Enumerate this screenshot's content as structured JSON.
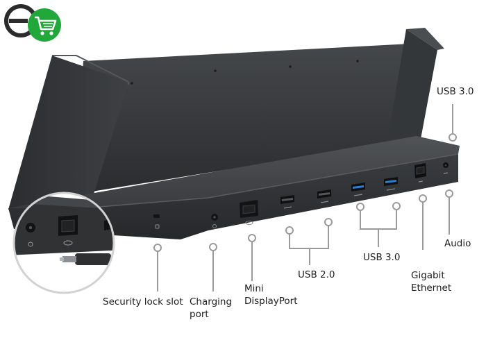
{
  "logo": {
    "name": "brand-logo",
    "colors": {
      "dark": "#2b2b2b",
      "green": "#22a83a"
    }
  },
  "product": "docking-station",
  "callouts": [
    {
      "id": "security-lock-slot",
      "text": "Security lock slot"
    },
    {
      "id": "charging-port",
      "text": "Charging\nport"
    },
    {
      "id": "mini-displayport",
      "text": "Mini\nDisplayPort"
    },
    {
      "id": "usb-2",
      "text": "USB 2.0"
    },
    {
      "id": "usb-3-front",
      "text": "USB 3.0"
    },
    {
      "id": "gigabit-ethernet",
      "text": "Gigabit\nEthernet"
    },
    {
      "id": "audio",
      "text": "Audio"
    },
    {
      "id": "usb-3-side",
      "text": "USB 3.0"
    }
  ],
  "colors": {
    "dock_dark": "#2f3133",
    "dock_mid": "#3b3e40",
    "dock_light": "#4a4d50",
    "usb3_blue": "#2e7fd0",
    "leader": "#9a9a9a"
  }
}
